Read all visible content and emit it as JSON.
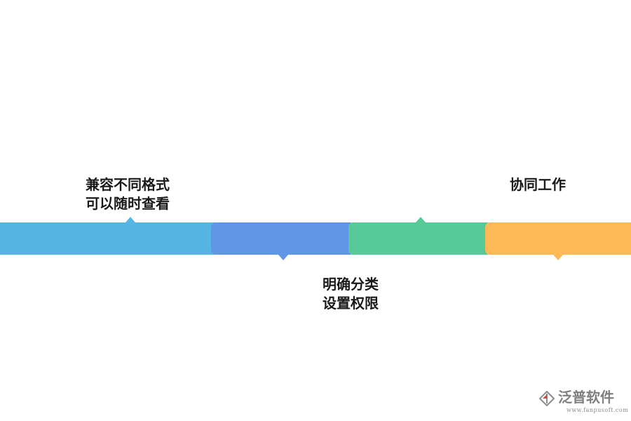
{
  "colors": {
    "step_1": "#57b5e3",
    "step_2": "#5f97e6",
    "step_3": "#56cb97",
    "step_4": "#fdb956",
    "label_text": "#1a1a1a",
    "logo_text": "#7f7f7f",
    "logo_accent": "#e3423a"
  },
  "steps": [
    {
      "lines": [
        "兼容不同格式",
        "可以随时查看"
      ],
      "pointer": "up"
    },
    {
      "lines": [
        "明确分类",
        "设置权限"
      ],
      "pointer": "down"
    },
    {
      "lines": [],
      "pointer": "up"
    },
    {
      "lines": [
        "协同工作"
      ],
      "pointer": "down"
    }
  ],
  "logo": {
    "name": "泛普软件",
    "url": "www.fanpusoft.com",
    "icon": "fanpu-logo-icon"
  }
}
